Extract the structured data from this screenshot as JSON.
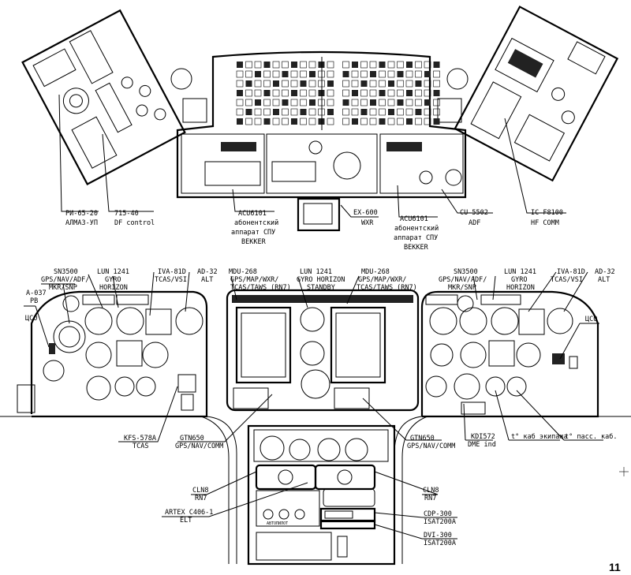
{
  "top_labels": {
    "ri65": [
      "РИ-65-20",
      "АЛМАЗ-УП"
    ],
    "df": [
      "715-40",
      "DF control"
    ],
    "acu_left": [
      "ACU6101",
      "абонентский",
      "аппарат СПУ",
      "BEKKER"
    ],
    "ex600": [
      "EX-600",
      "WXR"
    ],
    "acu_right": [
      "ACU6101",
      "абонентский",
      "аппарат СПУ",
      "BEKKER"
    ],
    "cu5502": [
      "CU-5502",
      "ADF"
    ],
    "icf8100": [
      "IC-F8100",
      "HF COMM"
    ]
  },
  "mid_labels": {
    "sn3500_l": [
      "SN3500",
      "GPS/NAV/ADF/",
      "MKR/SNP"
    ],
    "lun1241_l": [
      "LUN 1241",
      "GYRO",
      "HORIZON"
    ],
    "iva81d_l": [
      "IVA-81D",
      "TCAS/VSI"
    ],
    "ad32_l": [
      "AD-32",
      "ALT"
    ],
    "a037": [
      "A-037",
      "PB"
    ],
    "cso_l": "ЦСО",
    "mdu_l": [
      "MDU-268",
      "GPS/MAP/WXR/",
      "TCAS/TAWS (RN7)"
    ],
    "lun_standby": [
      "LUN 1241",
      "GYRO HORIZON",
      "STANDBY"
    ],
    "mdu_r": [
      "MDU-268",
      "GPS/MAP/WXR/",
      "TCAS/TAWS (RN7)"
    ],
    "sn3500_r": [
      "SN3500",
      "GPS/NAV/ADF/",
      "MKR/SNP"
    ],
    "lun1241_r": [
      "LUN 1241",
      "GYRO",
      "HORIZON"
    ],
    "iva81d_r": [
      "IVA-81D",
      "TCAS/VSI"
    ],
    "ad32_r": [
      "AD-32",
      "ALT"
    ],
    "cso_r": "ЦСО"
  },
  "bottom_labels": {
    "kfs578a": [
      "KFS-578A",
      "TCAS"
    ],
    "gtn650_l": [
      "GTN650",
      "GPS/NAV/COMM"
    ],
    "gtn650_r": [
      "GTN650",
      "GPS/NAV/COMM"
    ],
    "kdi572": [
      "KDI572",
      "DME ind"
    ],
    "temp_crew": "t° каб экипажа",
    "temp_pass": "t° пасс. каб.",
    "cln8_l": [
      "CLN8",
      "RN7"
    ],
    "cln8_r": [
      "CLN8",
      "RN7"
    ],
    "artex": [
      "ARTEX C406-1",
      "ELT"
    ],
    "cdp300": [
      "CDP-300",
      "ISAT200A"
    ],
    "dvi300": [
      "DVI-300",
      "ISAT200A"
    ],
    "autopilot": "АВТОПИЛОТ"
  },
  "page_number": "11"
}
